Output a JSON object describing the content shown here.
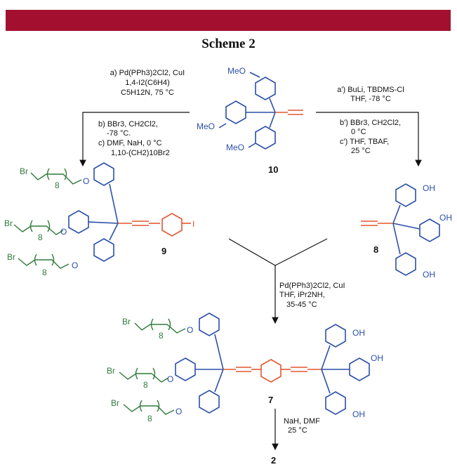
{
  "scheme_title": "Scheme 2",
  "colors": {
    "banner": "#a3102f",
    "aryl": "#2a4fa8",
    "linker": "#e2572e",
    "chain": "#2f7a3a",
    "ink": "#111111"
  },
  "compounds": {
    "c10": "10",
    "c9": "9",
    "c8": "8",
    "c7": "7",
    "c2": "2"
  },
  "groups": {
    "ome": "MeO",
    "oh": "OH",
    "br": "Br",
    "o": "O",
    "i": "I",
    "n8": "8"
  },
  "conditions": {
    "left_a_1": "a) Pd(PPh3)2Cl2, CuI",
    "left_a_2": "1,4-I2(C6H4)",
    "left_a_3": "C5H12N, 75 °C",
    "left_b_1": "b) BBr3, CH2Cl2,",
    "left_b_2": "-78 °C.",
    "left_c_1": "c) DMF, NaH,   0 °C",
    "left_c_2": "1,10-(CH2)10Br2",
    "right_a_1": "a') BuLi,  TBDMS-Cl",
    "right_a_2": "THF, -78 °C",
    "right_b_1": "b') BBr3, CH2Cl2,",
    "right_b_2": "0 °C",
    "right_c_1": "c') THF, TBAF,",
    "right_c_2": "25 °C",
    "mid_1": "Pd(PPh3)2Cl2, CuI",
    "mid_2": "THF, iPr2NH,",
    "mid_3": "35-45 °C",
    "bot_1": "NaH, DMF",
    "bot_2": "25 °C"
  }
}
